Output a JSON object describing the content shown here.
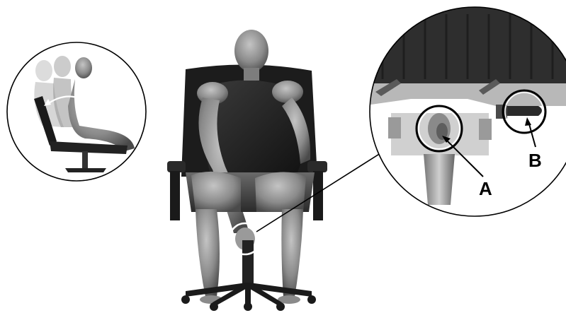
{
  "callouts": {
    "a": {
      "label": "A"
    },
    "b": {
      "label": "B"
    }
  },
  "colors": {
    "background": "#ffffff",
    "outline": "#000000",
    "highlight_ring": "#ffffff",
    "chair_dark": "#1a1a1a",
    "skin": "#8c8c8c"
  },
  "icons": {
    "recline": "recline-motion-arrow",
    "lever_a": "tilt-lock-lever",
    "lever_b": "height-adjust-lever"
  }
}
